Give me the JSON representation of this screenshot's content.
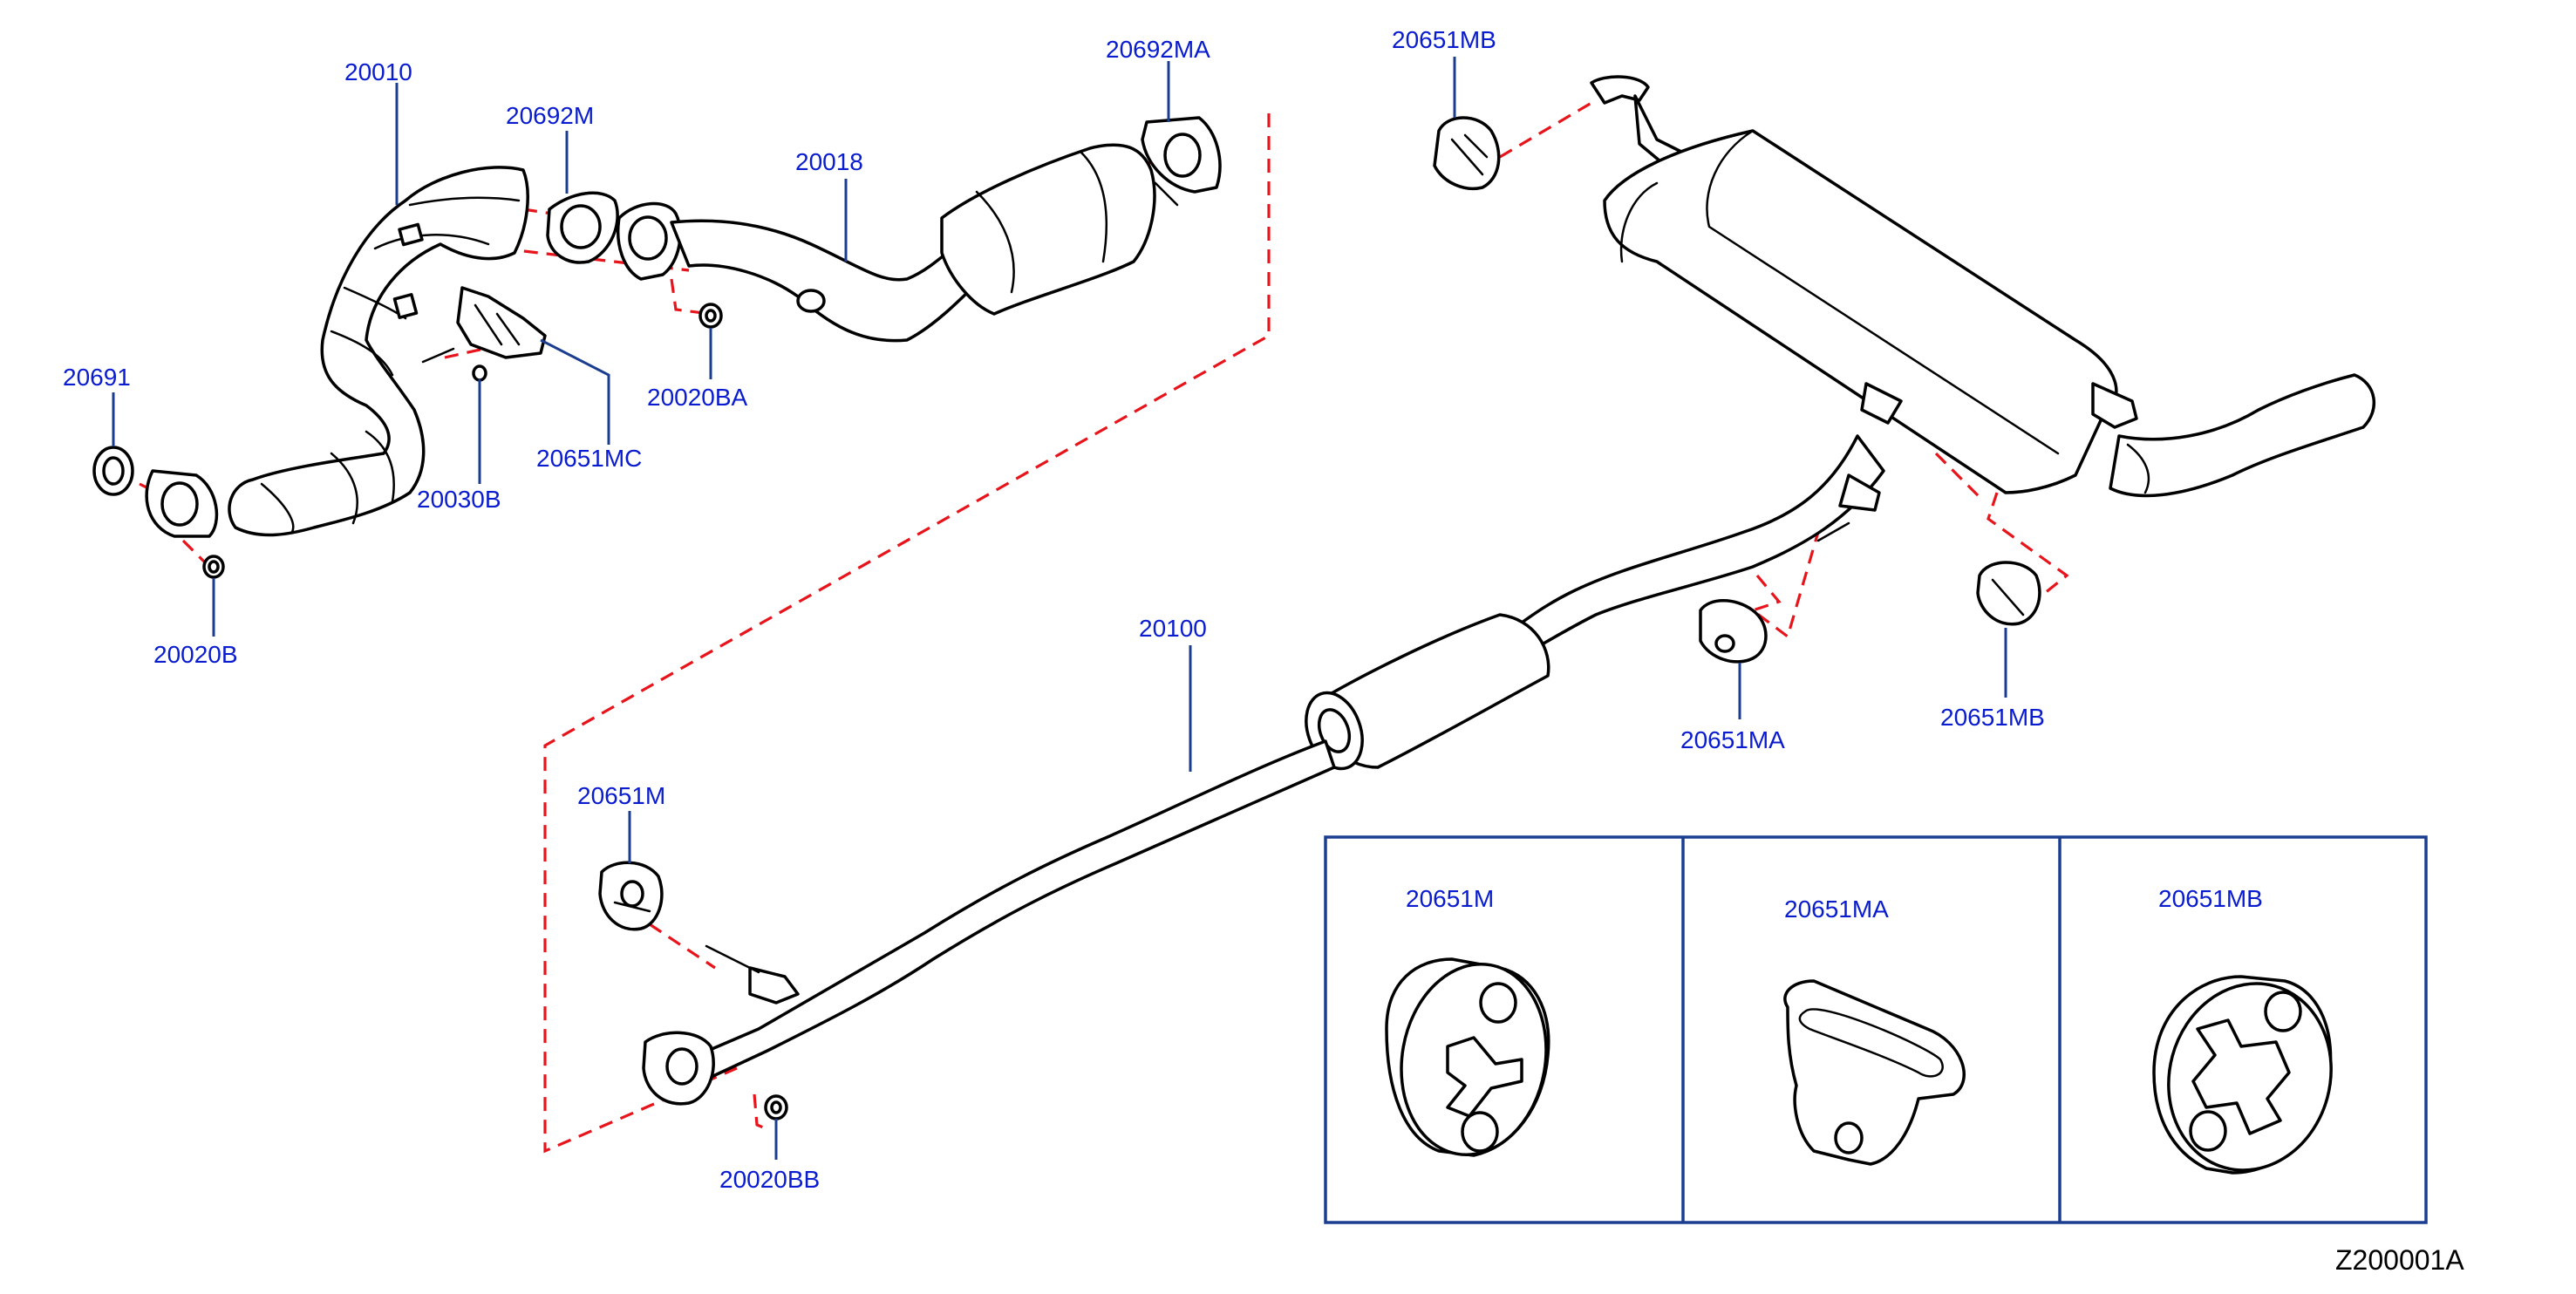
{
  "callouts": {
    "p20010": "20010",
    "p20692M": "20692M",
    "p20692MA": "20692MA",
    "p20018": "20018",
    "p20691": "20691",
    "p20651MC": "20651MC",
    "p20030B": "20030B",
    "p20020BA": "20020BA",
    "p20020B": "20020B",
    "p20651MB_top": "20651MB",
    "p20100": "20100",
    "p20651MA": "20651MA",
    "p20651MB_right": "20651MB",
    "p20651M": "20651M",
    "p20020BB": "20020BB"
  },
  "inset": {
    "panel1_label": "20651M",
    "panel2_label": "20651MA",
    "panel3_label": "20651MB"
  },
  "drawing_code": "Z200001A",
  "colors": {
    "callout_text": "#0a1ccf",
    "leader_line": "#1b3d8f",
    "dashed_line": "#e8141b",
    "part_outline": "#000000"
  }
}
